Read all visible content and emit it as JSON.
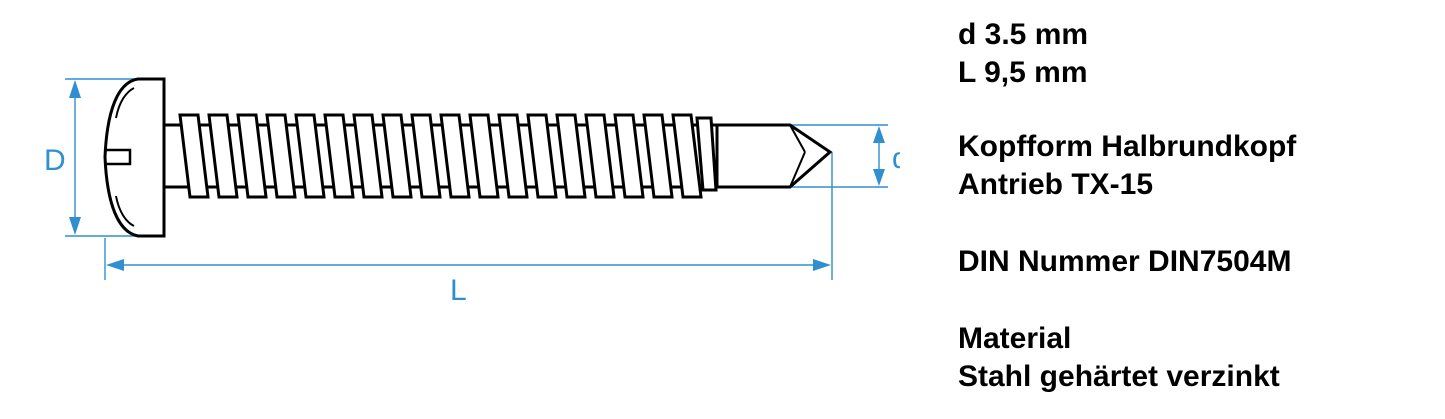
{
  "diagram": {
    "labels": {
      "head_diameter": "D",
      "shank_diameter": "d",
      "length": "L"
    },
    "colors": {
      "dimension": "#2f8fd0",
      "outline": "#000000"
    }
  },
  "specs": {
    "d_label": "d 3.5 mm",
    "l_label": "L 9,5 mm",
    "kopfform": "Kopfform Halbrundkopf",
    "antrieb": "Antrieb TX-15",
    "din": "DIN Nummer DIN7504M",
    "material_title": "Material",
    "material_value": "Stahl gehärtet verzinkt"
  }
}
